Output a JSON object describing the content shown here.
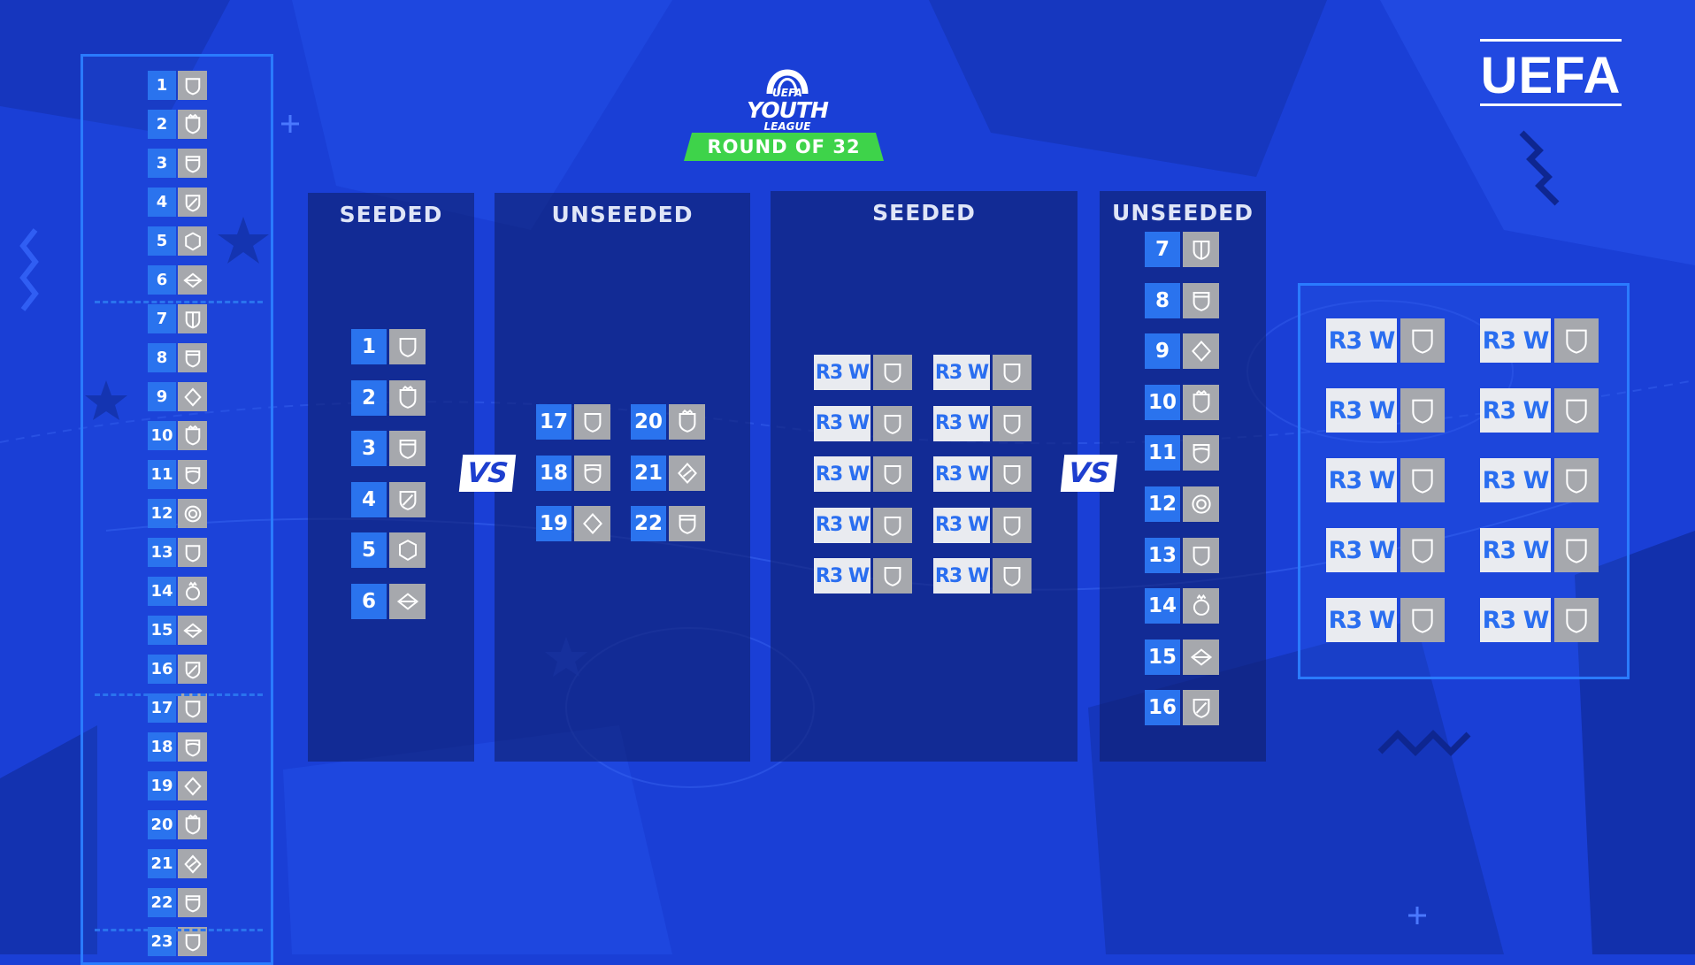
{
  "header": {
    "competition_logo": {
      "line1": "UEFA",
      "line2": "YOUTH",
      "line3": "LEAGUE"
    },
    "round_label": "ROUND OF 32",
    "brand_logo": "UEFA"
  },
  "colors": {
    "background": "#1a3fd6",
    "number_tile": "#2a73ee",
    "crest_tile": "#a6a8ad",
    "round_banner": "#3ed34a",
    "panel_border": "#2a7bff"
  },
  "ranking_list": [
    "1",
    "2",
    "3",
    "4",
    "5",
    "6",
    "7",
    "8",
    "9",
    "10",
    "11",
    "12",
    "13",
    "14",
    "15",
    "16",
    "17",
    "18",
    "19",
    "20",
    "21",
    "22",
    "23"
  ],
  "ranking_crests": [
    "shield-icon",
    "crown-shield-icon",
    "striped-shield-icon",
    "slashed-shield-icon",
    "hexagon-shield-icon",
    "diamond-flag-icon",
    "split-shield-icon",
    "striped-shield-icon",
    "diamond-icon",
    "crown-shield-icon",
    "round-shield-icon",
    "circle-crest-icon",
    "shield-icon",
    "crown-circle-icon",
    "diamond-flag-icon",
    "slashed-shield-icon",
    "shield-icon",
    "round-shield-icon",
    "diamond-icon",
    "crown-shield-icon",
    "slashed-diamond-icon",
    "striped-shield-icon",
    "shield-icon"
  ],
  "group1": {
    "seeded_title": "SEEDED",
    "unseeded_title": "UNSEEDED",
    "seeded": [
      "1",
      "2",
      "3",
      "4",
      "5",
      "6"
    ],
    "unseeded": [
      "17",
      "18",
      "19",
      "20",
      "21",
      "22"
    ],
    "vs": "VS"
  },
  "group2": {
    "seeded_title": "SEEDED",
    "unseeded_title": "UNSEEDED",
    "seeded_label": "R3 W",
    "seeded_count": 10,
    "unseeded": [
      "7",
      "8",
      "9",
      "10",
      "11",
      "12",
      "13",
      "14",
      "15",
      "16"
    ],
    "vs": "VS"
  },
  "results_panel": {
    "label": "R3 W",
    "count": 10
  }
}
